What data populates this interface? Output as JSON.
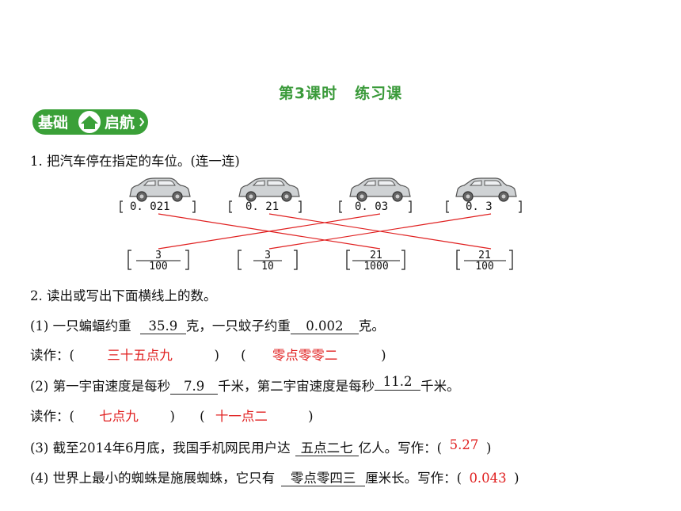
{
  "title": {
    "part1": "第3课时",
    "part2": "练习课"
  },
  "banner": {
    "part1": "基础",
    "part2": "启航"
  },
  "q1": {
    "prompt": "1.  把汽车停在指定的车位。(连一连)",
    "cars": [
      "0. 021",
      "0. 21",
      "0. 03",
      "0. 3"
    ],
    "spots": [
      {
        "num": "3",
        "den": "100"
      },
      {
        "num": "3",
        "den": "10"
      },
      {
        "num": "21",
        "den": "1000"
      },
      {
        "num": "21",
        "den": "100"
      }
    ]
  },
  "q2": {
    "prompt": "2.  读出或写出下面横线上的数。",
    "l1": {
      "a": "(1)  一只蝙蝠约重",
      "v1": "35.9",
      "b": "克，一只蚊子约重",
      "v2": "0.002",
      "c": "克。"
    },
    "r1": {
      "label": "读作：(",
      "ans1": "三十五点九",
      "mid": ")",
      "open2": "(",
      "ans2": "零点零零二",
      "close": ")"
    },
    "l2": {
      "a": "(2)  第一宇宙速度是每秒",
      "v1": "7.9",
      "b": "千米，第二宇宙速度是每秒",
      "v2": "11.2",
      "c": "千米。"
    },
    "r2": {
      "label": "读作：(",
      "ans1": "七点九",
      "mid": ")",
      "open2": "(",
      "ans2": "十一点二",
      "close": ")"
    },
    "l3": {
      "a": "(3)  截至2014年6月底，我国手机网民用户达",
      "v1": "五点二七",
      "b": "亿人。写作：(",
      "ans": "5.27",
      "c": ")"
    },
    "l4": {
      "a": "(4)  世界上最小的蜘蛛是施展蜘蛛，它只有",
      "v1": "零点零四三",
      "b": "厘米长。写作：(",
      "ans": "0.043",
      "c": ")"
    }
  },
  "colors": {
    "title_green": "#3a9a3a",
    "banner_green": "#3aa038",
    "answer_red": "#e02020",
    "line_red": "#e02020"
  }
}
